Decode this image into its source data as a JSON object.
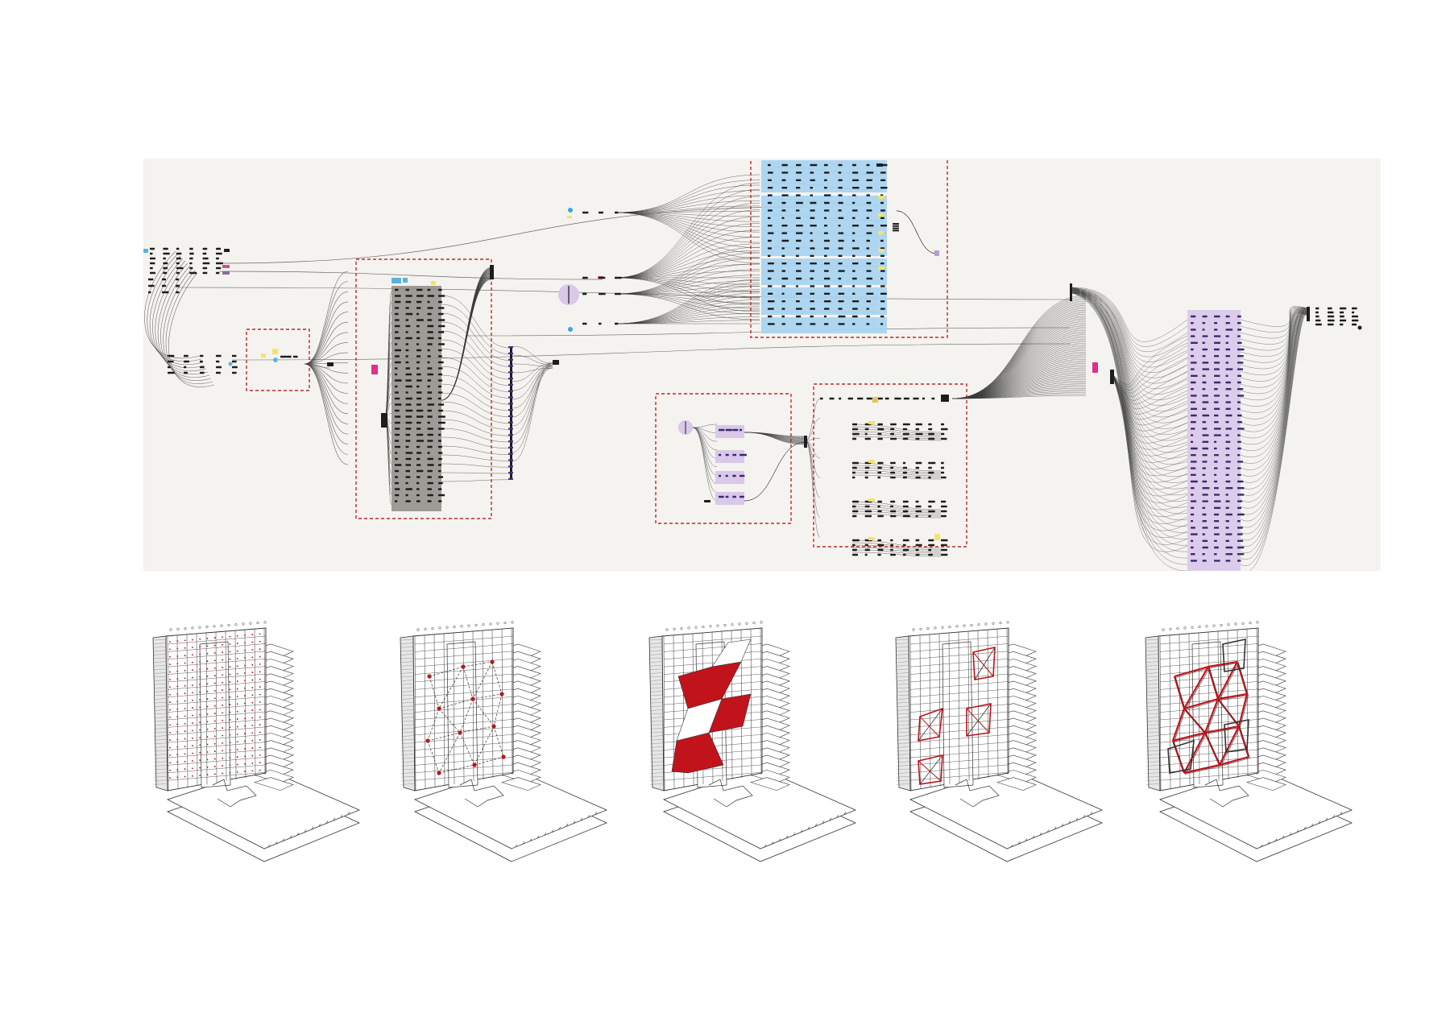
{
  "canvas": {
    "background": "#f4f3ef",
    "wire_color": "#3a3a3a",
    "highlight_box_color": "#c1272d",
    "groups": [
      {
        "name": "group-input-cluster",
        "fill": "none"
      },
      {
        "name": "group-selector",
        "fill": "none"
      },
      {
        "name": "group-grey-list",
        "fill": "#8e8a86"
      },
      {
        "name": "group-blue-stack",
        "fill": "#a6d3ef"
      },
      {
        "name": "group-lilac-inputs",
        "fill": "#d9c8ea"
      },
      {
        "name": "group-logic-stack",
        "fill": "none"
      },
      {
        "name": "group-lilac-column",
        "fill": "#d9c8ea"
      }
    ]
  },
  "diagrams": {
    "accent_color": "#c1131b",
    "line_color": "#333333",
    "items": [
      {
        "name": "step-1-grid-points",
        "variant": "grid"
      },
      {
        "name": "step-2-triangulation",
        "variant": "triangulation"
      },
      {
        "name": "step-3-selected-panels",
        "variant": "panels"
      },
      {
        "name": "step-4-local-frames",
        "variant": "frames"
      },
      {
        "name": "step-5-full-structure",
        "variant": "structure"
      }
    ]
  }
}
